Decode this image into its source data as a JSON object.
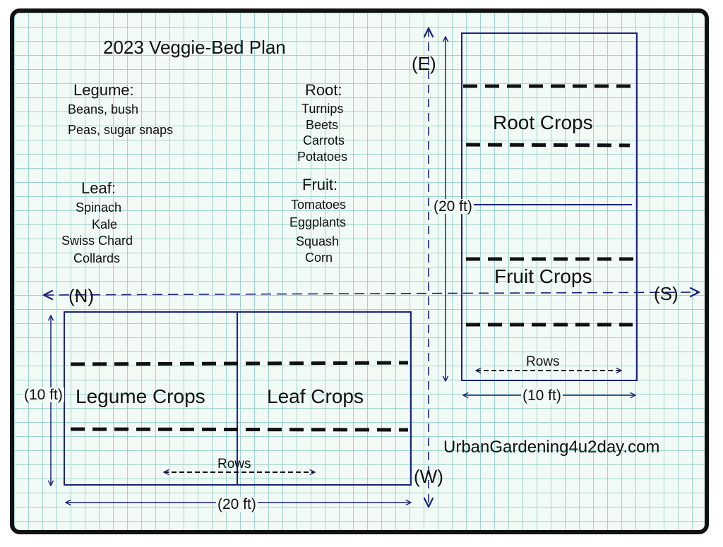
{
  "title": "2023 Veggie-Bed Plan",
  "categories": {
    "legume": {
      "label": "Legume:",
      "items": [
        "Beans, bush",
        "Peas, sugar snaps"
      ]
    },
    "root": {
      "label": "Root:",
      "items": [
        "Turnips",
        "Beets",
        "Carrots",
        "Potatoes"
      ]
    },
    "leaf": {
      "label": "Leaf:",
      "items": [
        "Spinach",
        "Kale",
        "Swiss Chard",
        "Collards"
      ]
    },
    "fruit": {
      "label": "Fruit:",
      "items": [
        "Tomatoes",
        "Eggplants",
        "Squash",
        "Corn"
      ]
    }
  },
  "compass": {
    "east": "(E)",
    "west": "(W)",
    "north": "(N)",
    "south": "(S)"
  },
  "beds": {
    "horizontal": {
      "crop_left": "Legume Crops",
      "crop_right": "Leaf Crops",
      "rows_label": "Rows",
      "length": "(20 ft)",
      "width": "(10 ft)"
    },
    "vertical": {
      "crop_top": "Root Crops",
      "crop_bottom": "Fruit Crops",
      "rows_label": "Rows",
      "length": "(20 ft)",
      "width": "(10 ft)"
    }
  },
  "website": "UrbanGardening4u2day.com",
  "colors": {
    "line": "#1a237e",
    "dash": "#111111",
    "grid": "#9fd3cf",
    "paper": "#f2faf6"
  }
}
